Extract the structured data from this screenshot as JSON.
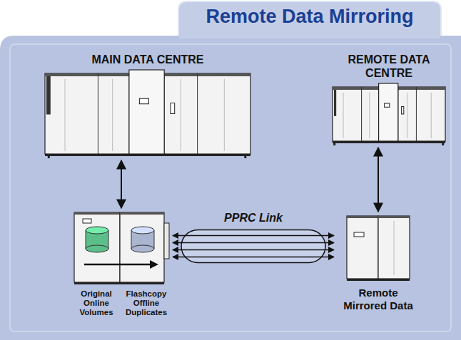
{
  "diagram": {
    "title": "Remote Data Mirroring",
    "nodes": [
      {
        "text": [
          "MAIN DATA CENTRE"
        ]
      },
      {
        "text": [
          "REMOTE DATA CENTRE"
        ]
      },
      {
        "text": [
          "Original Online Volumes",
          "Flashcopy Offline Duplicates"
        ]
      },
      {
        "text": [
          "Remote Mirrored Data"
        ]
      }
    ],
    "edges": [
      {
        "from": 0,
        "to": 2,
        "arrow": "both"
      },
      {
        "from": 1,
        "to": 3,
        "arrow": "both"
      },
      {
        "from": 2,
        "to": 3,
        "label": "PPRC Link",
        "arrow": "both"
      }
    ]
  }
}
